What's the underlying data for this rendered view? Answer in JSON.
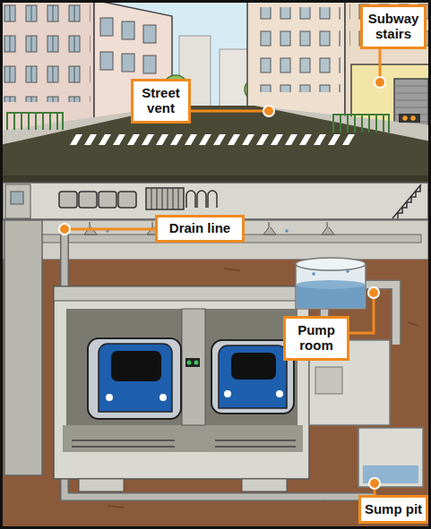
{
  "diagram": {
    "nodes": [
      {
        "text": [
          "Subway stairs"
        ]
      },
      {
        "text": [
          "Street vent"
        ]
      },
      {
        "text": [
          "Drain line"
        ]
      },
      {
        "text": [
          "Pump room"
        ]
      },
      {
        "text": [
          "Sump pit"
        ]
      }
    ]
  }
}
